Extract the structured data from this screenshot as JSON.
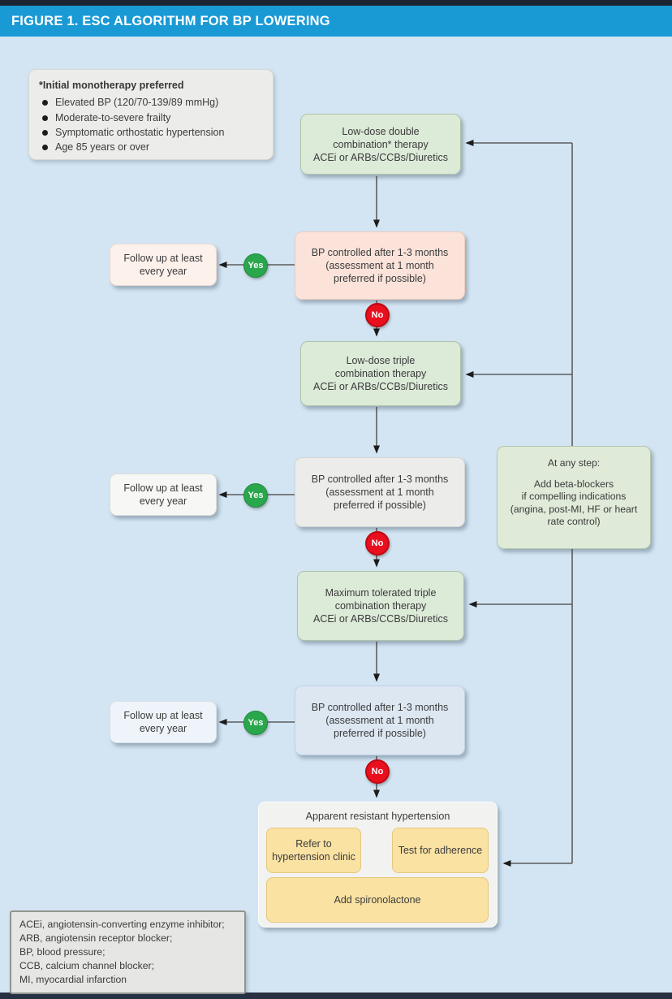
{
  "header": {
    "title": "FIGURE 1. ESC ALGORITHM FOR BP LOWERING"
  },
  "note_box": {
    "title": "*Initial monotherapy preferred",
    "items": [
      "Elevated BP (120/70-139/89 mmHg)",
      "Moderate-to-severe frailty",
      "Symptomatic orthostatic hypertension",
      "Age 85 years or over"
    ]
  },
  "stages": [
    {
      "therapy": "Low-dose double\ncombination* therapy\nACEi or ARBs/CCBs/Diuretics",
      "check": "BP controlled after 1-3 months\n(assessment at 1 month\npreferred if possible)",
      "follow_up": "Follow up at least\nevery year",
      "yes_label": "Yes",
      "no_label": "No"
    },
    {
      "therapy": "Low-dose triple\ncombination therapy\nACEi or ARBs/CCBs/Diuretics",
      "check": "BP controlled after 1-3 months\n(assessment at 1 month\npreferred if possible)",
      "follow_up": "Follow up at least\nevery year",
      "yes_label": "Yes",
      "no_label": "No"
    },
    {
      "therapy": "Maximum tolerated triple\ncombination therapy\nACEi or ARBs/CCBs/Diuretics",
      "check": "BP controlled after 1-3 months\n(assessment at 1 month\npreferred if possible)",
      "follow_up": "Follow up at least\nevery year",
      "yes_label": "Yes",
      "no_label": "No"
    }
  ],
  "at_any_step": {
    "title": "At any step:",
    "body": "Add beta-blockers\nif compelling indications\n(angina, post-MI, HF or heart\nrate control)"
  },
  "resistant": {
    "title": "Apparent resistant hypertension",
    "refer": "Refer to\nhypertension clinic",
    "adherence": "Test for adherence",
    "spironolactone": "Add spironolactone"
  },
  "abbreviations": [
    "ACEi, angiotensin-converting enzyme inhibitor;",
    "ARB, angiotensin receptor blocker;",
    "BP, blood pressure;",
    "CCB, calcium channel blocker;",
    "MI, myocardial infarction"
  ],
  "colors": {
    "header_blue": "#199ad5",
    "background_blue": "#d3e5f3",
    "therapy_green": "#dcead8",
    "check_pink": "#fbe3da",
    "check_gray": "#ecedeb",
    "check_blue": "#dce7f2",
    "action_yellow": "#fae2a3",
    "yes_green": "#2aa64c",
    "no_red": "#e90f1e"
  }
}
